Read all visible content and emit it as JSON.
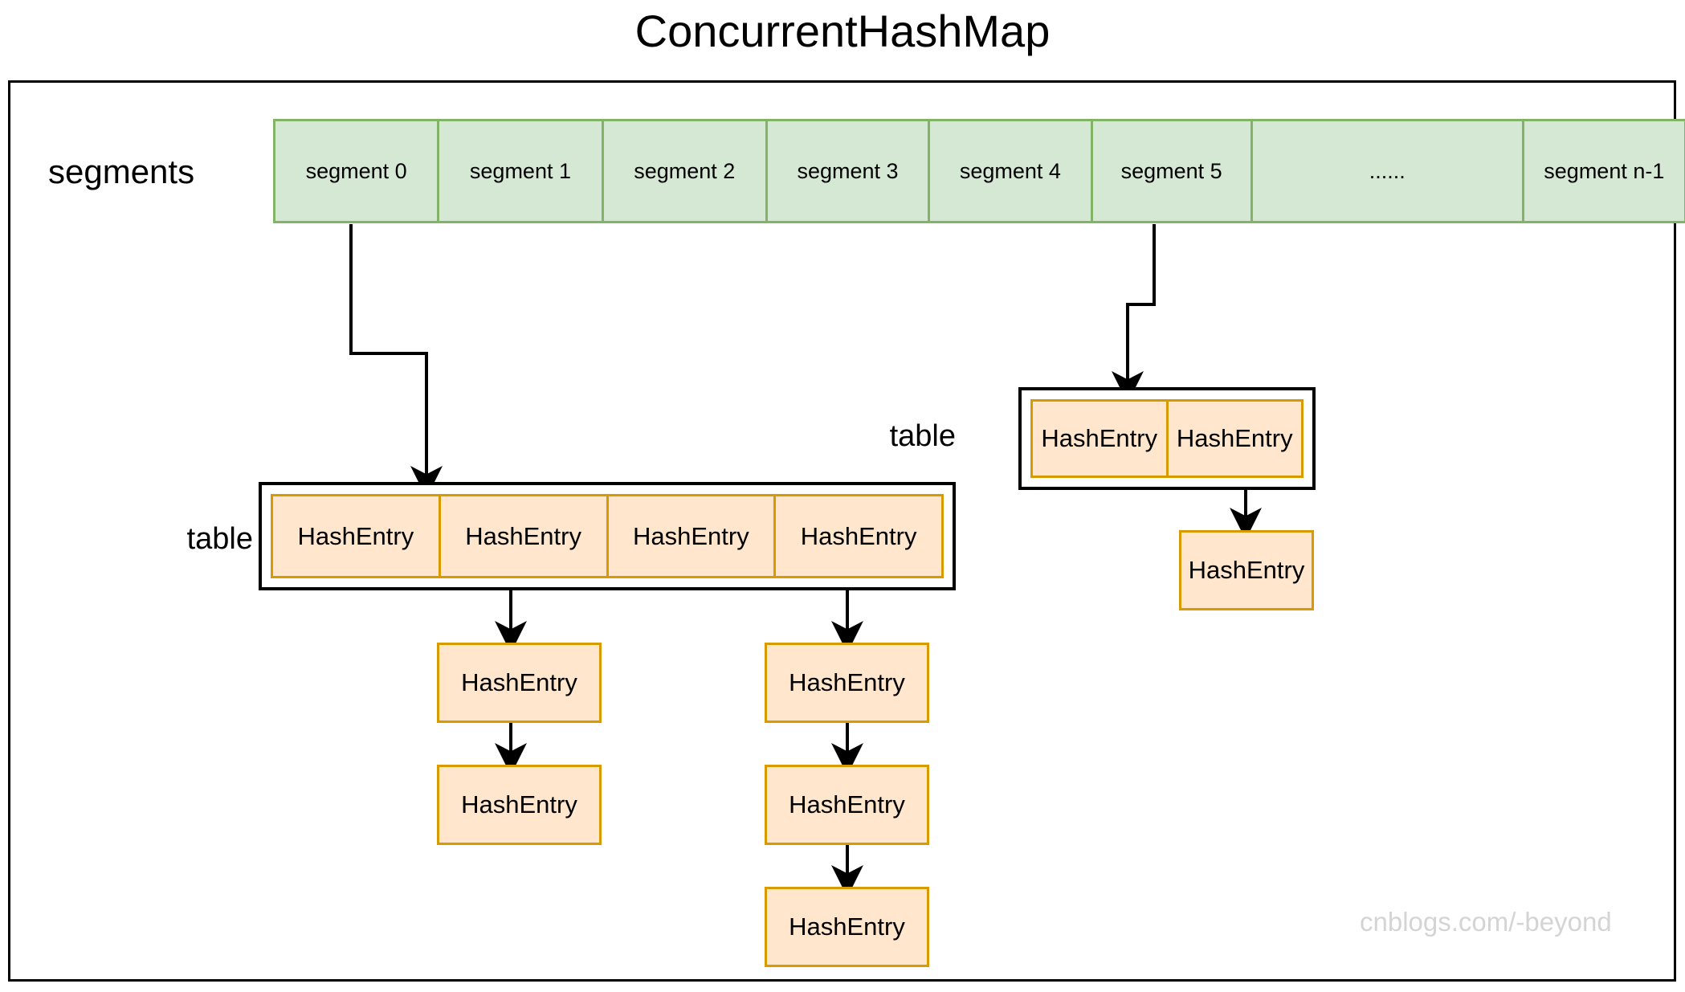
{
  "title": "ConcurrentHashMap",
  "labels": {
    "segments": "segments",
    "table_left": "table",
    "table_right": "table"
  },
  "colors": {
    "segment_fill": "#d5e8d4",
    "segment_border": "#82b366",
    "entry_fill": "#ffe6cc",
    "entry_border": "#d79b00",
    "frame_border": "#000000",
    "watermark_text": "#d4d4d4"
  },
  "segments": {
    "cells": [
      {
        "label": "segment 0"
      },
      {
        "label": "segment 1"
      },
      {
        "label": "segment 2"
      },
      {
        "label": "segment 3"
      },
      {
        "label": "segment 4"
      },
      {
        "label": "segment 5"
      },
      {
        "label": "......"
      },
      {
        "label": "segment n-1"
      }
    ]
  },
  "left_table": {
    "label": "table",
    "cells": [
      {
        "label": "HashEntry"
      },
      {
        "label": "HashEntry"
      },
      {
        "label": "HashEntry"
      },
      {
        "label": "HashEntry"
      }
    ],
    "chain_a": [
      {
        "label": "HashEntry"
      },
      {
        "label": "HashEntry"
      }
    ],
    "chain_b": [
      {
        "label": "HashEntry"
      },
      {
        "label": "HashEntry"
      },
      {
        "label": "HashEntry"
      }
    ]
  },
  "right_table": {
    "label": "table",
    "cells": [
      {
        "label": "HashEntry"
      },
      {
        "label": "HashEntry"
      }
    ],
    "chain": [
      {
        "label": "HashEntry"
      }
    ]
  },
  "watermark": "cnblogs.com/-beyond"
}
